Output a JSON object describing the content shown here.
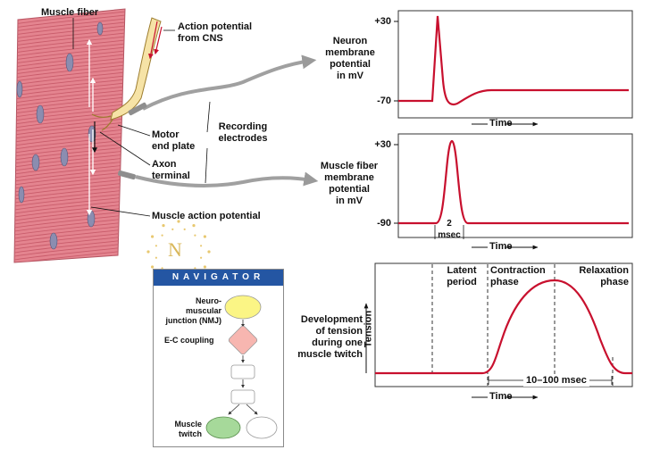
{
  "labels": {
    "muscle_fiber": "Muscle fiber",
    "action_potential_cns": [
      "Action potential",
      "from CNS"
    ],
    "motor_end_plate": [
      "Motor",
      "end plate"
    ],
    "axon_terminal": [
      "Axon",
      "terminal"
    ],
    "recording_electrodes": [
      "Recording",
      "electrodes"
    ],
    "muscle_action_potential": "Muscle action potential"
  },
  "graph1": {
    "ylabel": [
      "Neuron",
      "membrane",
      "potential",
      "in mV"
    ],
    "ticks": [
      "+30",
      "-70"
    ],
    "xlabel": "Time"
  },
  "graph2": {
    "ylabel": [
      "Muscle fiber",
      "membrane",
      "potential",
      "in mV"
    ],
    "ticks": [
      "+30",
      "-90"
    ],
    "duration": [
      "2",
      "msec"
    ],
    "xlabel": "Time"
  },
  "graph3": {
    "side_label": [
      "Development",
      "of tension",
      "during one",
      "muscle twitch"
    ],
    "axis_label": "Tension",
    "phase_latent": [
      "Latent",
      "period"
    ],
    "phase_contraction": [
      "Contraction",
      "phase"
    ],
    "phase_relaxation": [
      "Relaxation",
      "phase"
    ],
    "duration": "10–100 msec",
    "xlabel": "Time"
  },
  "navigator": {
    "compass_letter": "N",
    "title": "NAVIGATOR",
    "nmj": [
      "Neuro-",
      "muscular",
      "junction (NMJ)"
    ],
    "ec": "E-C coupling",
    "twitch": [
      "Muscle",
      "twitch"
    ]
  },
  "colors": {
    "trace": "#c8102e",
    "fiber": "#e4848f",
    "nav_header": "#2456a3",
    "nmj_fill": "#fbf585",
    "ec_fill": "#f7b6b0",
    "twitch_fill": "#a6d99a"
  }
}
